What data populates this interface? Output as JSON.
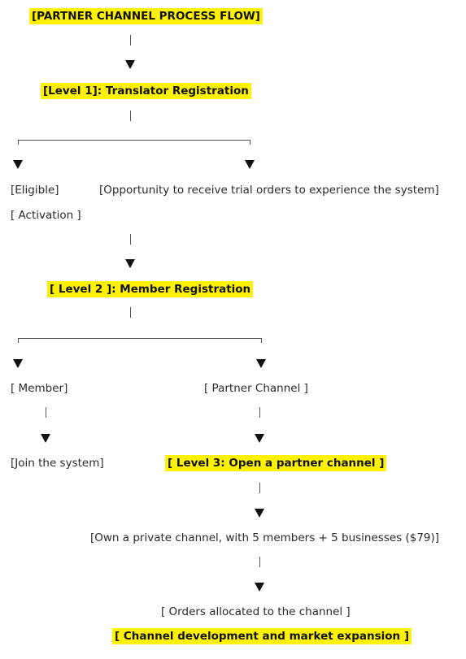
{
  "title": "[PARTNER CHANNEL PROCESS FLOW]",
  "level1": {
    "label": "[Level 1]: Translator Registration",
    "left_branch": {
      "line1": "[Eligible]",
      "line2": "[ Activation ]"
    },
    "right_branch": "[Opportunity to receive trial orders to experience the system]"
  },
  "level2": {
    "label": "[ Level 2 ]: Member Registration",
    "left_branch": {
      "label": "[ Member]",
      "outcome": "[Join the system]"
    },
    "right_branch": {
      "label": "[ Partner Channel ]"
    }
  },
  "level3": {
    "label": "[ Level 3: Open a partner channel ]",
    "step1": "[Own a private channel, with 5 members + 5 businesses ($79)]",
    "step2": "[ Orders allocated to the channel ]",
    "final": "[  Channel development and market expansion ]"
  },
  "colors": {
    "highlight": "#fff200",
    "text": "#2a2a2a",
    "connector": "#555555"
  }
}
